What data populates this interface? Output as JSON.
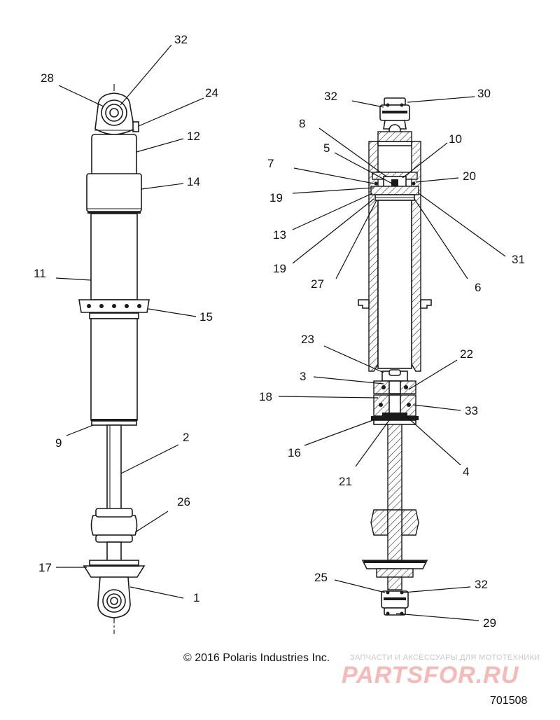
{
  "copyright": "© 2016 Polaris Industries Inc.",
  "drawing_number": "701508",
  "watermark": {
    "tagline": "ЗАПЧАСТИ И АКСЕССУАРЫ ДЛЯ МОТОТЕХНИКИ",
    "logo_text": "PARTSFOR.RU"
  },
  "callouts": {
    "left": [
      "32",
      "28",
      "24",
      "12",
      "14",
      "11",
      "15",
      "9",
      "2",
      "26",
      "17",
      "1"
    ],
    "right": [
      "32",
      "30",
      "8",
      "10",
      "5",
      "7",
      "20",
      "19",
      "13",
      "19",
      "31",
      "27",
      "6",
      "23",
      "22",
      "3",
      "18",
      "33",
      "16",
      "4",
      "21",
      "25",
      "32",
      "29"
    ]
  }
}
